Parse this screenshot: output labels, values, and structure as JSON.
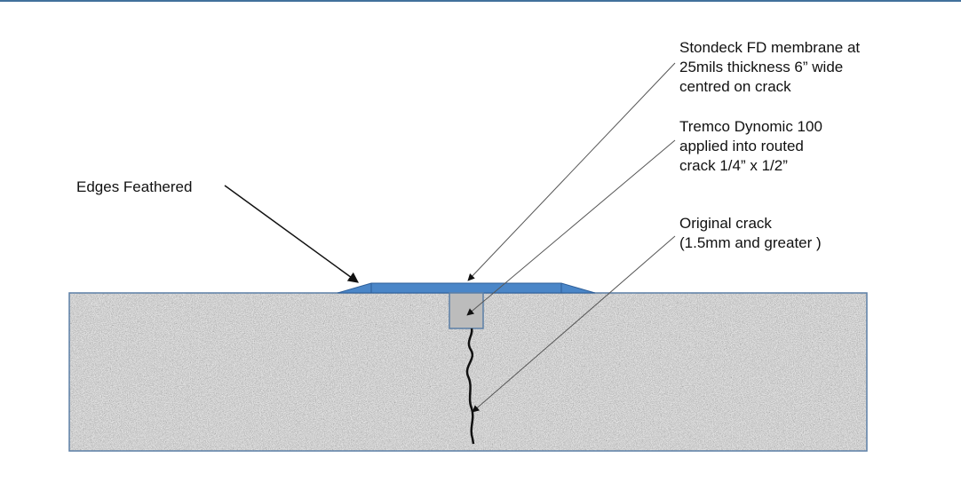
{
  "labels": {
    "edges": "Edges Feathered",
    "membrane": [
      "Stondeck FD membrane at",
      "25mils thickness 6” wide",
      "centred on crack"
    ],
    "sealant": [
      "Tremco Dynomic 100",
      "applied into routed",
      "crack 1/4” x 1/2”"
    ],
    "crack": [
      "Original crack",
      "(1.5mm and greater )"
    ]
  },
  "colors": {
    "rule": "#41719c",
    "membrane": "#4a86c8",
    "membrane_edge": "#2e5e98",
    "slab_outline": "#5b7fa6",
    "sealant": "#bcbcbc",
    "crack": "#111111",
    "leader": "#555555"
  }
}
